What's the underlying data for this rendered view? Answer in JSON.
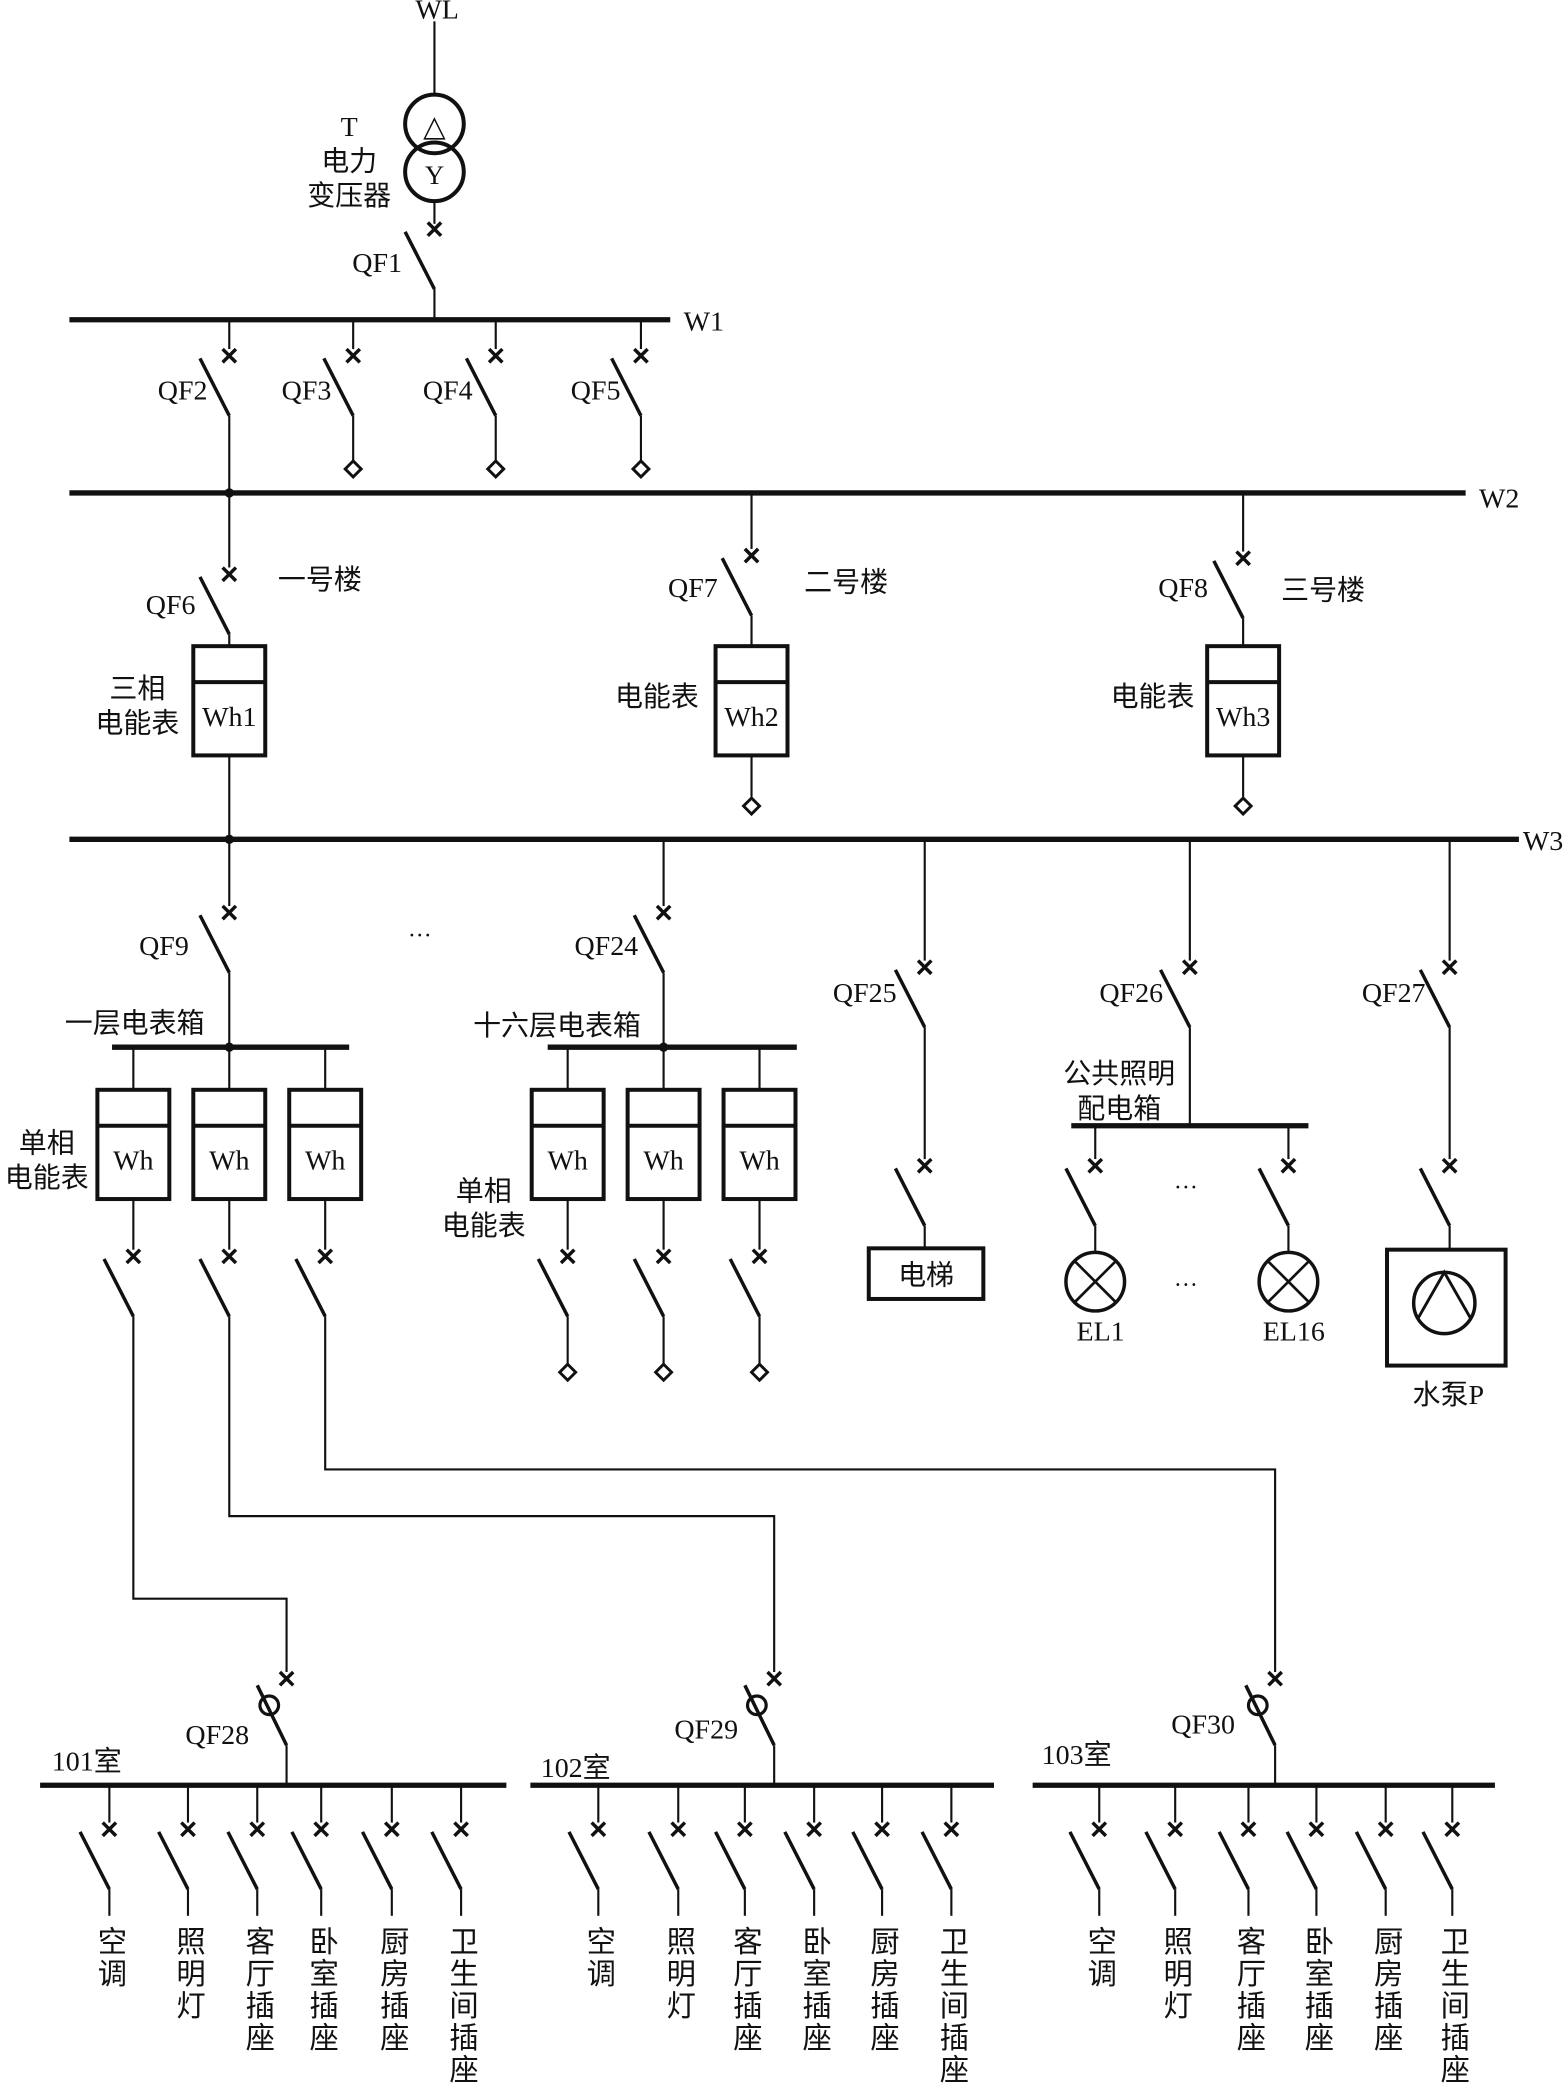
{
  "source": {
    "label": "WL"
  },
  "transformer": {
    "id": "T",
    "name_line1": "电力",
    "name_line2": "变压器",
    "primary_symbol": "△",
    "secondary_symbol": "Y"
  },
  "buses": {
    "w1": "W1",
    "w2": "W2",
    "w3": "W3"
  },
  "breakers": {
    "qf1": "QF1",
    "qf2": "QF2",
    "qf3": "QF3",
    "qf4": "QF4",
    "qf5": "QF5",
    "qf6": "QF6",
    "qf7": "QF7",
    "qf8": "QF8",
    "qf9": "QF9",
    "qf24": "QF24",
    "qf25": "QF25",
    "qf26": "QF26",
    "qf27": "QF27",
    "qf28": "QF28",
    "qf29": "QF29",
    "qf30": "QF30"
  },
  "buildings": {
    "b1": "一号楼",
    "b2": "二号楼",
    "b3": "三号楼"
  },
  "meters": {
    "wh1": "Wh1",
    "wh2": "Wh2",
    "wh3": "Wh3",
    "wh": "Wh",
    "three_phase_line1": "三相",
    "three_phase_line2": "电能表",
    "meter_label": "电能表",
    "single_phase_line1": "单相",
    "single_phase_line2": "电能表"
  },
  "floor_boxes": {
    "floor1": "一层电表箱",
    "floor16": "十六层电表箱",
    "ellipsis": "···"
  },
  "loads": {
    "elevator": "电梯",
    "public_lighting_line1": "公共照明",
    "public_lighting_line2": "配电箱",
    "lamp1": "EL1",
    "lamp16": "EL16",
    "pump": "水泵P",
    "ellipsis": "···"
  },
  "rooms": [
    {
      "name": "101室",
      "breaker": "QF28"
    },
    {
      "name": "102室",
      "breaker": "QF29"
    },
    {
      "name": "103室",
      "breaker": "QF30"
    }
  ],
  "circuits": [
    "空调",
    "照明灯",
    "客厅插座",
    "卧室插座",
    "厨房插座",
    "卫生间插座"
  ]
}
